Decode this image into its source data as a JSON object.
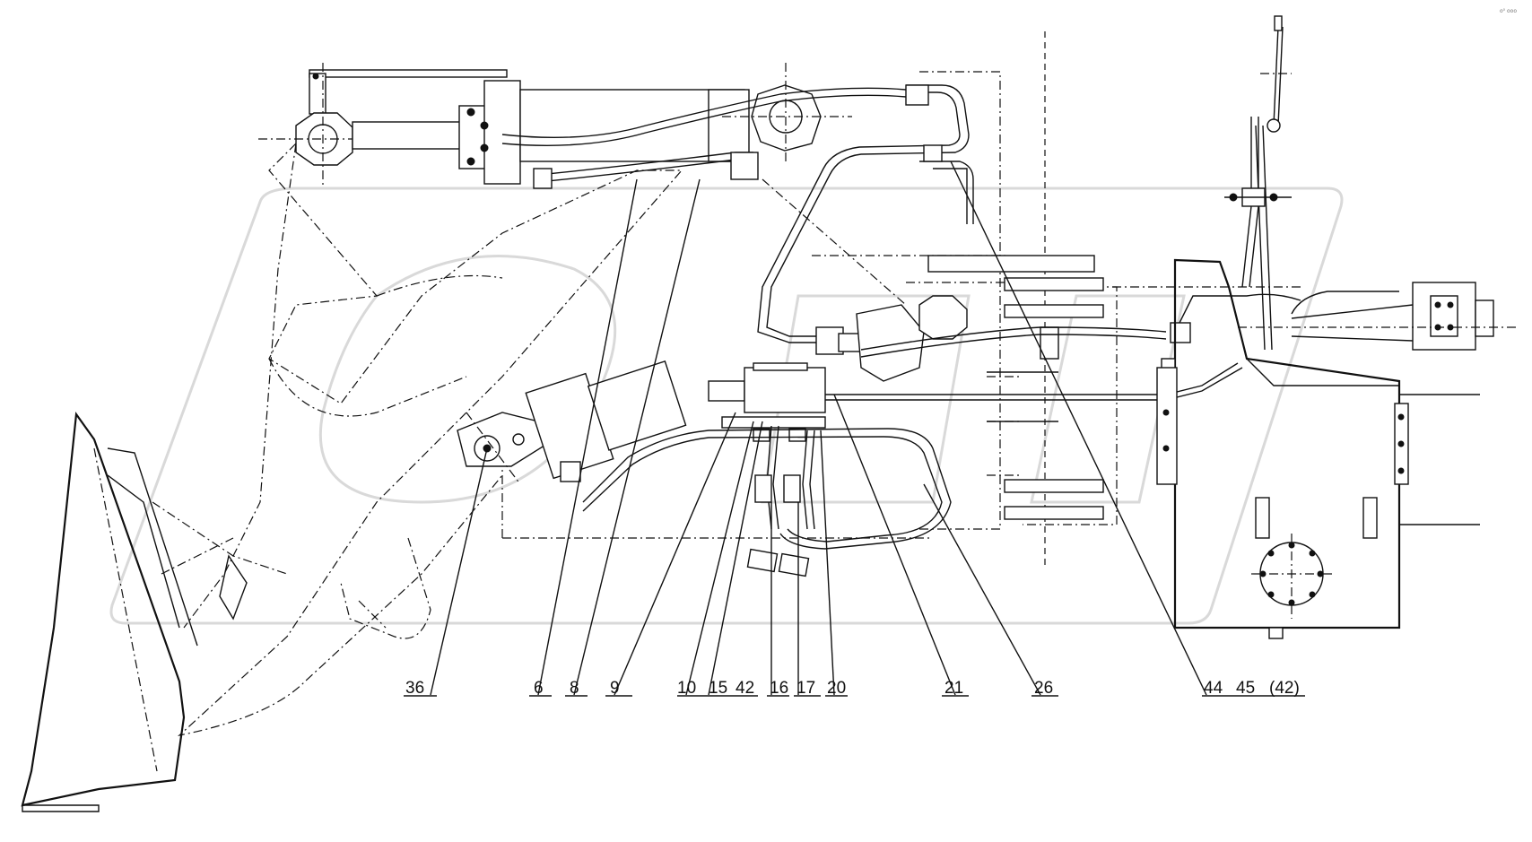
{
  "corner_mark": "o⁰ ooo",
  "callouts": [
    {
      "id": "c36",
      "label": "36"
    },
    {
      "id": "c6",
      "label": "6"
    },
    {
      "id": "c8",
      "label": "8"
    },
    {
      "id": "c9",
      "label": "9"
    },
    {
      "id": "c10",
      "label": "10"
    },
    {
      "id": "c15",
      "label": "15"
    },
    {
      "id": "c42a",
      "label": "42"
    },
    {
      "id": "c16",
      "label": "16"
    },
    {
      "id": "c17",
      "label": "17"
    },
    {
      "id": "c20",
      "label": "20"
    },
    {
      "id": "c21",
      "label": "21"
    },
    {
      "id": "c26",
      "label": "26"
    },
    {
      "id": "c44",
      "label": "44"
    },
    {
      "id": "c45",
      "label": "45"
    },
    {
      "id": "c42b",
      "label": "(42)"
    }
  ]
}
